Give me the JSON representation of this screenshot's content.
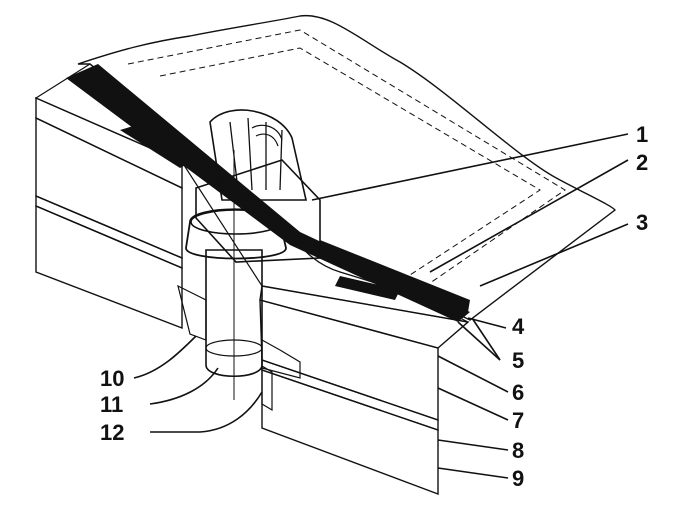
{
  "figure": {
    "kind": "cutaway roof drain detail",
    "colors": {
      "ink": "#111111",
      "paper": "#ffffff",
      "membrane": "#111111",
      "hatch": "#2a2a2a"
    }
  },
  "callouts": [
    {
      "id": "c1",
      "label": "1"
    },
    {
      "id": "c2",
      "label": "2"
    },
    {
      "id": "c3",
      "label": "3"
    },
    {
      "id": "c4",
      "label": "4"
    },
    {
      "id": "c5",
      "label": "5"
    },
    {
      "id": "c6",
      "label": "6"
    },
    {
      "id": "c7",
      "label": "7"
    },
    {
      "id": "c8",
      "label": "8"
    },
    {
      "id": "c9",
      "label": "9"
    },
    {
      "id": "c10",
      "label": "10"
    },
    {
      "id": "c11",
      "label": "11"
    },
    {
      "id": "c12",
      "label": "12"
    }
  ]
}
